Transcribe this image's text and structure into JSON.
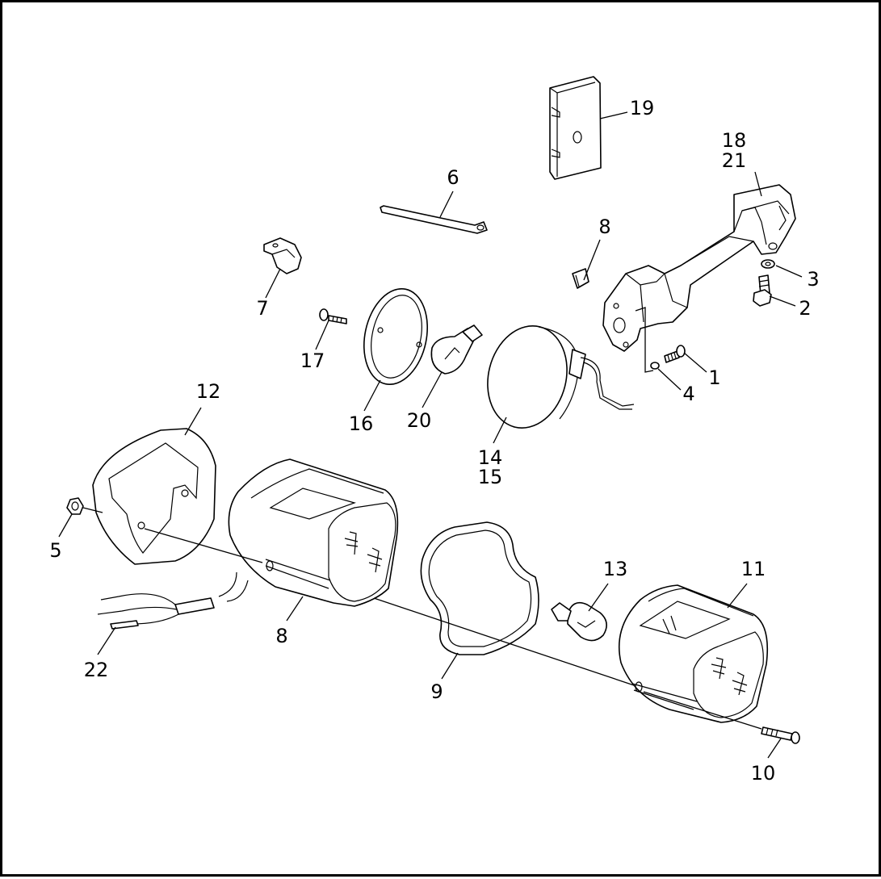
{
  "diagram": {
    "callouts": [
      {
        "id": "c1",
        "text": "1"
      },
      {
        "id": "c2",
        "text": "2"
      },
      {
        "id": "c3",
        "text": "3"
      },
      {
        "id": "c4",
        "text": "4"
      },
      {
        "id": "c5",
        "text": "5"
      },
      {
        "id": "c6",
        "text": "6"
      },
      {
        "id": "c7",
        "text": "7"
      },
      {
        "id": "c8a",
        "text": "8"
      },
      {
        "id": "c8b",
        "text": "8"
      },
      {
        "id": "c9",
        "text": "9"
      },
      {
        "id": "c10",
        "text": "10"
      },
      {
        "id": "c11",
        "text": "11"
      },
      {
        "id": "c12",
        "text": "12"
      },
      {
        "id": "c13",
        "text": "13"
      },
      {
        "id": "c14",
        "text": "14"
      },
      {
        "id": "c15",
        "text": "15"
      },
      {
        "id": "c16",
        "text": "16"
      },
      {
        "id": "c17",
        "text": "17"
      },
      {
        "id": "c18",
        "text": "18"
      },
      {
        "id": "c19",
        "text": "19"
      },
      {
        "id": "c20",
        "text": "20"
      },
      {
        "id": "c21",
        "text": "21"
      },
      {
        "id": "c22",
        "text": "22"
      }
    ]
  }
}
